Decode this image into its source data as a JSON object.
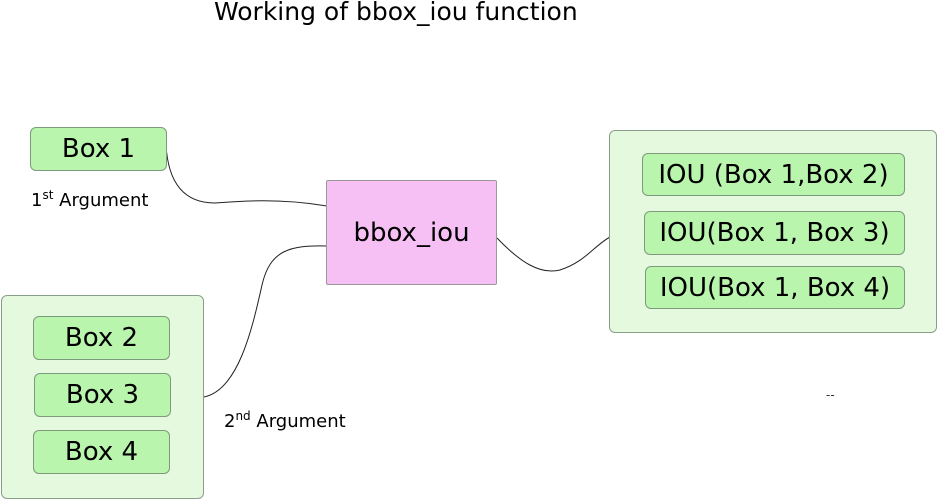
{
  "title": "Working of bbox_iou function",
  "first_arg": {
    "box": "Box 1",
    "num": "1",
    "sup": "st",
    "text": " Argument"
  },
  "second_arg": {
    "boxes": [
      "Box 2",
      "Box 3",
      "Box 4"
    ],
    "num": "2",
    "sup": "nd",
    "text": " Argument"
  },
  "function_label": "bbox_iou",
  "outputs": [
    "IOU (Box 1,Box 2)",
    "IOU(Box 1, Box 3)",
    "IOU(Box 1, Box 4)"
  ],
  "stray_mark": "--",
  "colors": {
    "box_fill": "#b9f5ad",
    "group_fill": "#e4f9dd",
    "function_fill": "#f6c0f5"
  }
}
